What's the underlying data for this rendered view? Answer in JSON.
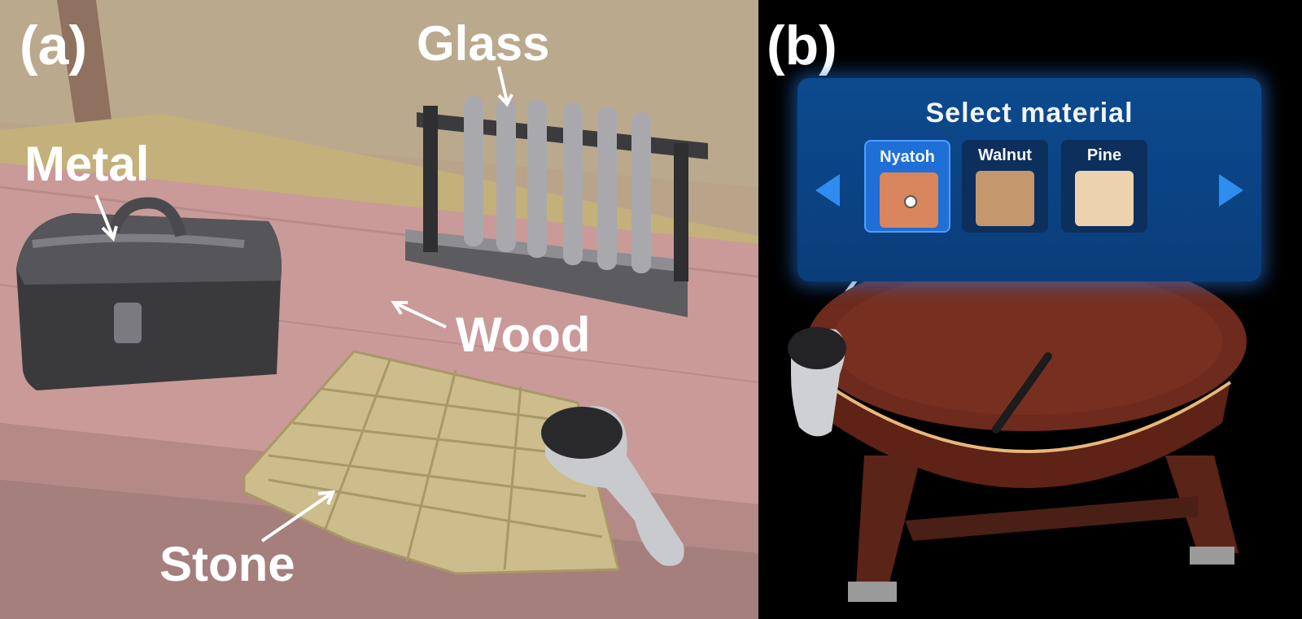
{
  "panels": {
    "a": {
      "letter": "(a)",
      "labels": {
        "glass": "Glass",
        "metal": "Metal",
        "wood": "Wood",
        "stone": "Stone"
      }
    },
    "b": {
      "letter": "(b)",
      "menu": {
        "title": "Select material",
        "options": [
          {
            "label": "Nyatoh",
            "selected": true
          },
          {
            "label": "Walnut",
            "selected": false
          },
          {
            "label": "Pine",
            "selected": false
          }
        ],
        "prev_icon": "left-arrow-icon",
        "next_icon": "right-arrow-icon"
      }
    }
  },
  "colors": {
    "scene_wall": "#b9a489",
    "table_pink": "#c99a98",
    "menu_blue": "#0c4a8e",
    "menu_glow": "#2878e6",
    "nyatoh": "#d9855d",
    "walnut": "#c4976c",
    "pine": "#ecd2ae",
    "table_top_wood": "#6e2a1c"
  }
}
